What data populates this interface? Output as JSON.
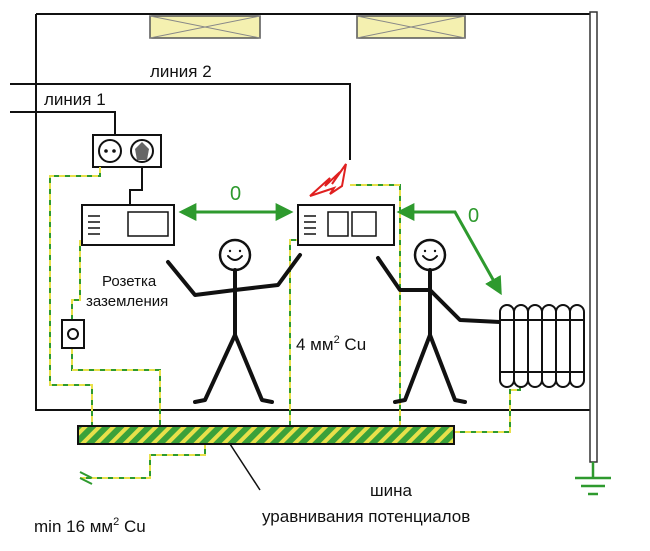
{
  "labels": {
    "line1": "линия 1",
    "line2": "линия 2",
    "zero_left": "0",
    "zero_right": "0",
    "socket_line1": "Розетка",
    "socket_line2": "заземления",
    "wire_small_prefix": "4 мм",
    "wire_small_sup": "2",
    "wire_small_suffix": " Cu",
    "wire_big_prefix": "min 16 мм",
    "wire_big_sup": "2",
    "wire_big_suffix": " Cu",
    "bus_line1": "шина",
    "bus_line2": "уравнивания потенциалов"
  },
  "colors": {
    "outline": "#111111",
    "equipotential_green": "#2e9a2e",
    "earth_yellow": "#e8e04a",
    "window_fill": "#f4f0b0",
    "spark_red": "#e02020",
    "bus_green": "#3aa13a"
  },
  "icons": {
    "socket": "socket-icon",
    "ground": "ground-icon",
    "radiator": "radiator-icon",
    "spark": "spark-icon"
  }
}
